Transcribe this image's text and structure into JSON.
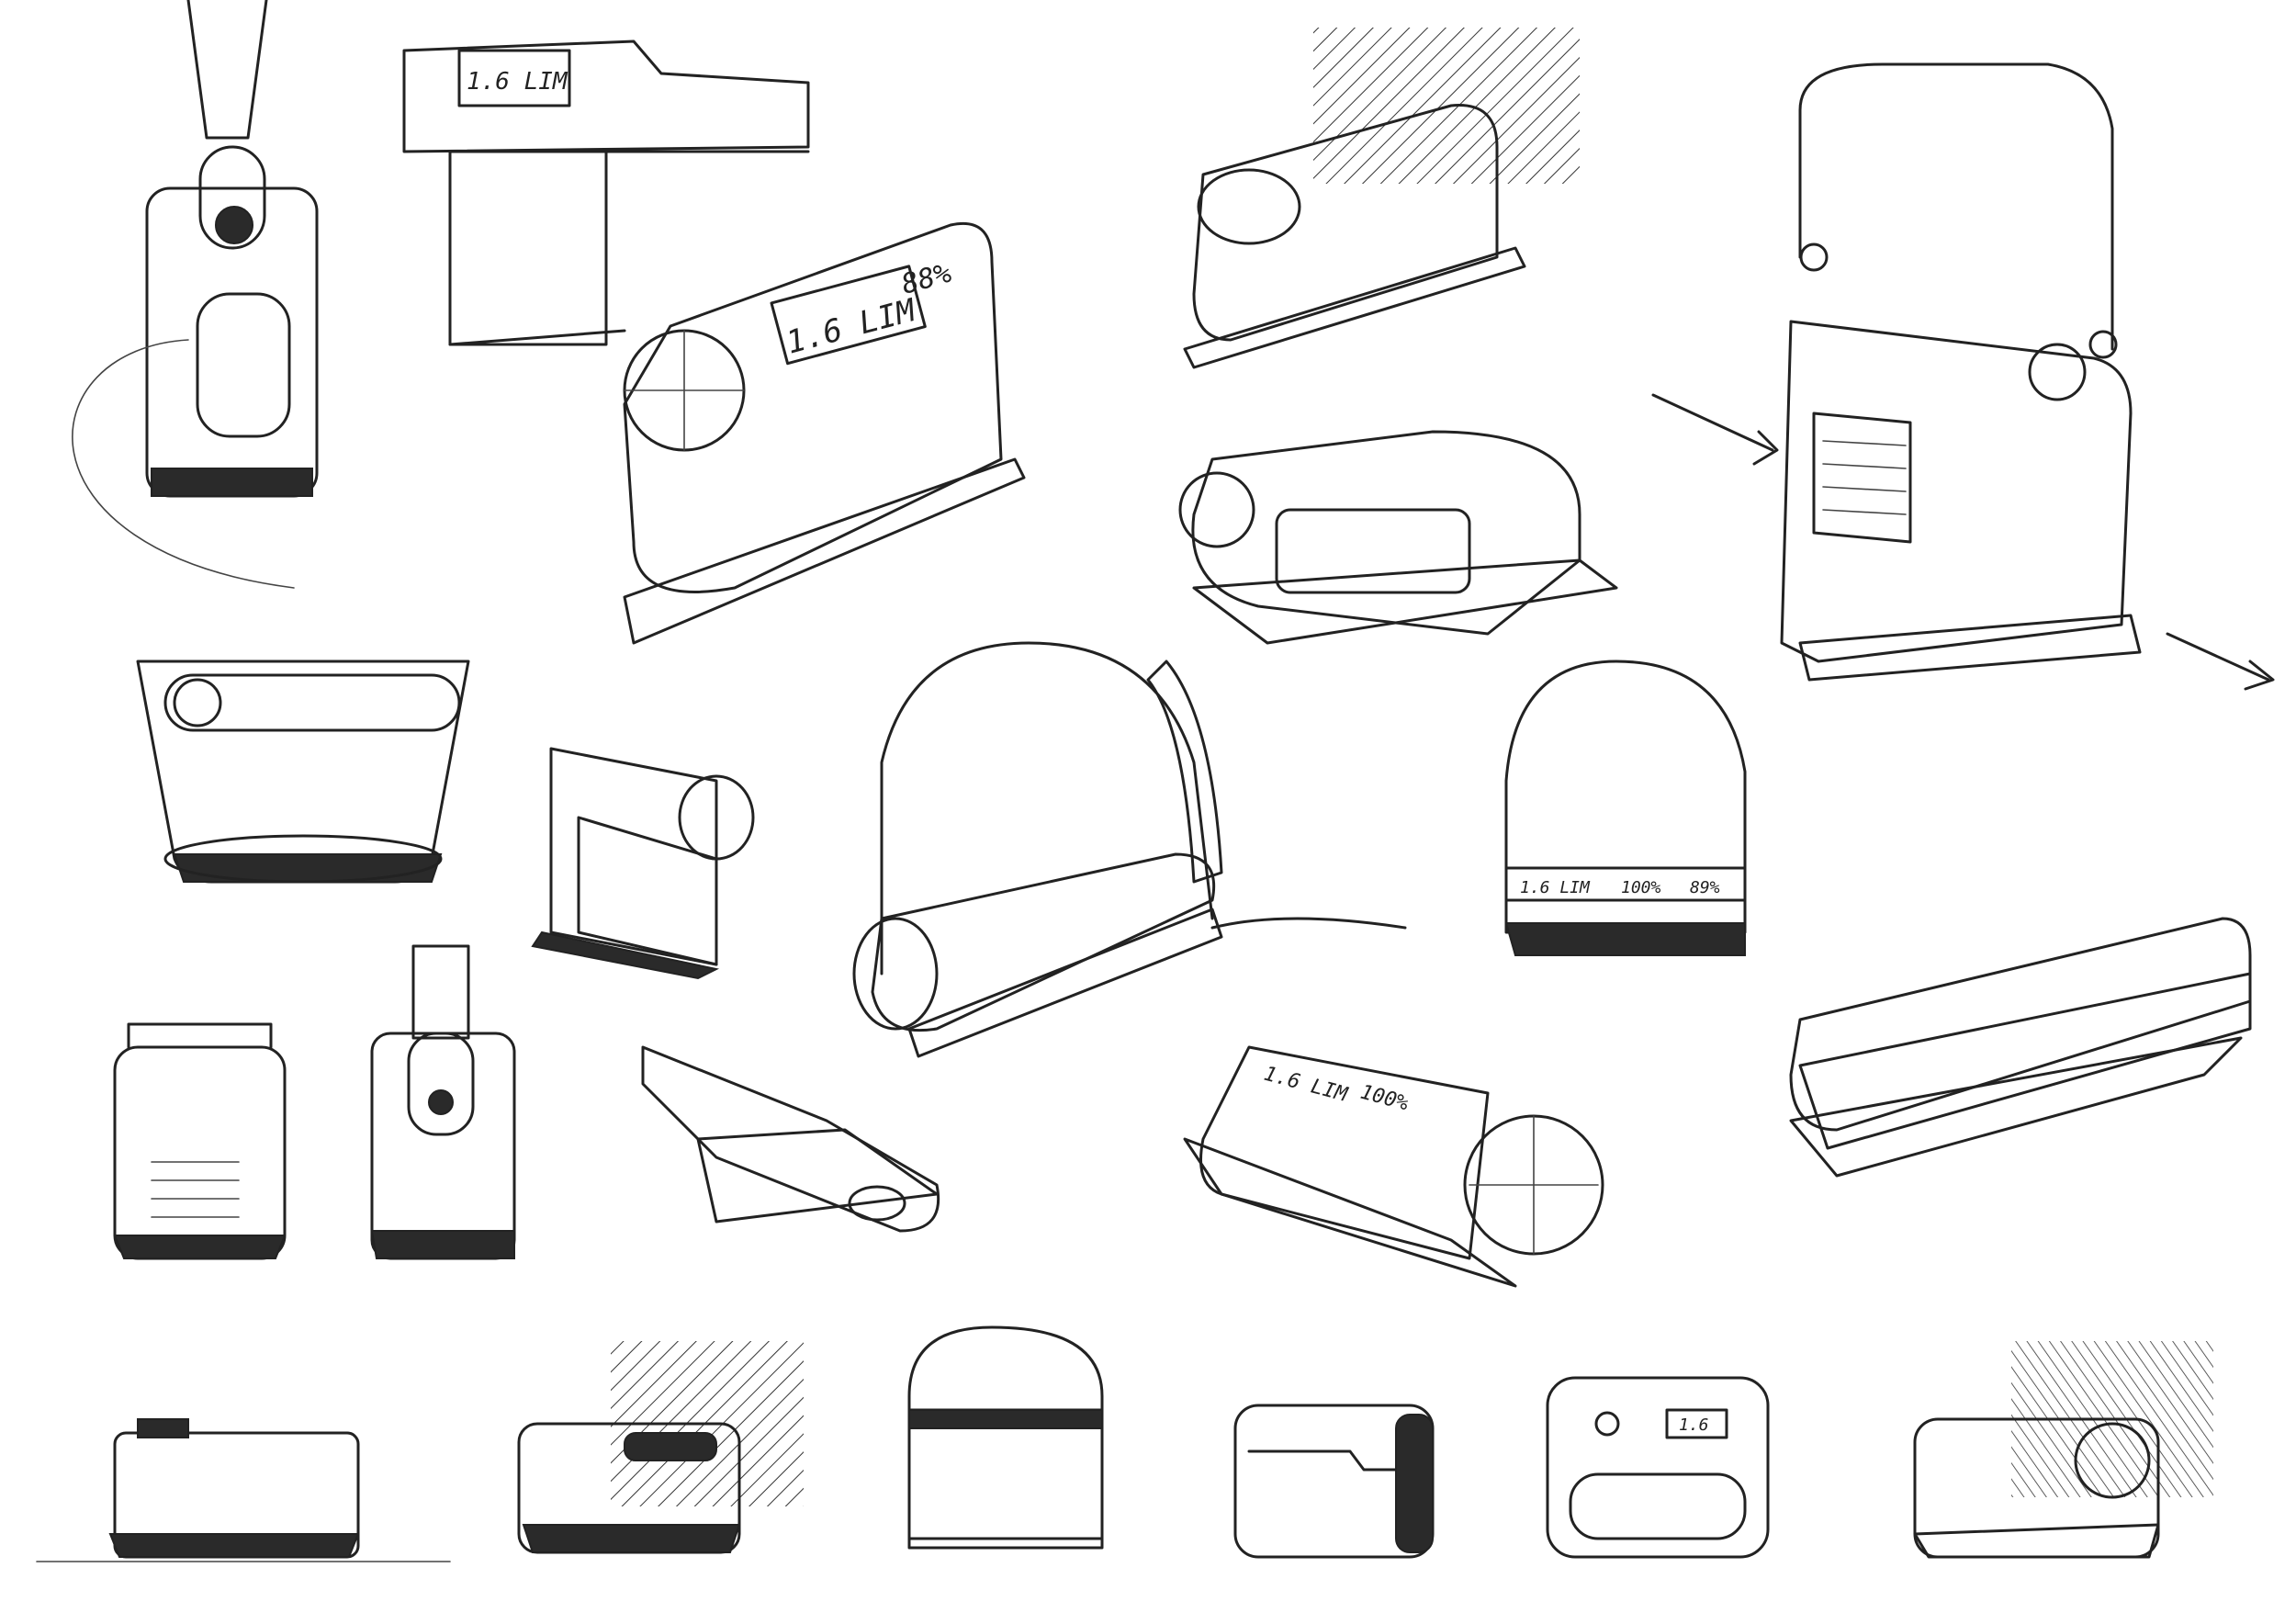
{
  "labels": {
    "cap_top": "1.6 LIM",
    "device_capacity": "1.6 LIM",
    "device_percent": "88%",
    "dome_capacity": "1.6 LIM",
    "dome_percent_a": "100%",
    "dome_percent_b": "89%",
    "tube_capacity": "1.6 LIM",
    "tube_percent": "100%",
    "front_display": "1.6"
  }
}
